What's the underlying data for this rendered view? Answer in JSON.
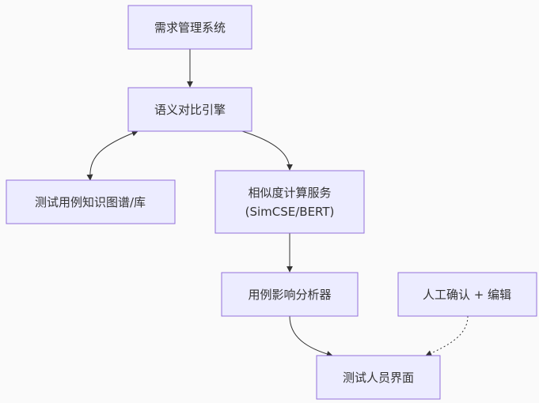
{
  "nodes": {
    "requirements": "需求管理系统",
    "semantic_engine": "语义对比引擎",
    "knowledge_base": "测试用例知识图谱/库",
    "similarity_service_line1": "相似度计算服务",
    "similarity_service_line2": "(SimCSE/BERT)",
    "impact_analyzer": "用例影响分析器",
    "manual_confirm": "人工确认 + 编辑",
    "tester_ui": "测试人员界面"
  }
}
